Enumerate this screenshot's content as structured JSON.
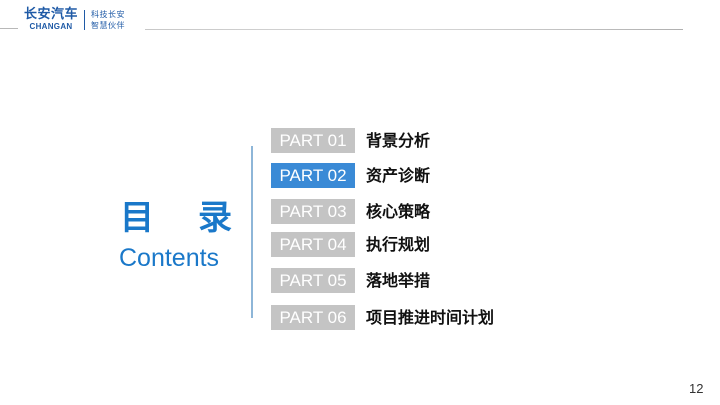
{
  "header": {
    "logo": {
      "brand_cn": "长安汽车",
      "brand_en": "CHANGAN",
      "slogan_line1": "科技长安",
      "slogan_line2": "智慧伙伴"
    }
  },
  "title": {
    "chars": [
      "目",
      "录"
    ],
    "subtitle": "Contents"
  },
  "toc": {
    "items": [
      {
        "part": "PART 01",
        "label": "背景分析",
        "active": false
      },
      {
        "part": "PART 02",
        "label": "资产诊断",
        "active": true
      },
      {
        "part": "PART 03",
        "label": "核心策略",
        "active": false
      },
      {
        "part": "PART 04",
        "label": "执行规划",
        "active": false
      },
      {
        "part": "PART 05",
        "label": "落地举措",
        "active": false
      },
      {
        "part": "PART 06",
        "label": "项目推进时间计划",
        "active": false
      }
    ]
  },
  "colors": {
    "brand_blue": "#1a78c9",
    "active_badge": "#3a8ad6",
    "inactive_badge": "#c4c4c4",
    "divider": "#8eb6d8"
  },
  "footer": {
    "page_number": "12"
  }
}
